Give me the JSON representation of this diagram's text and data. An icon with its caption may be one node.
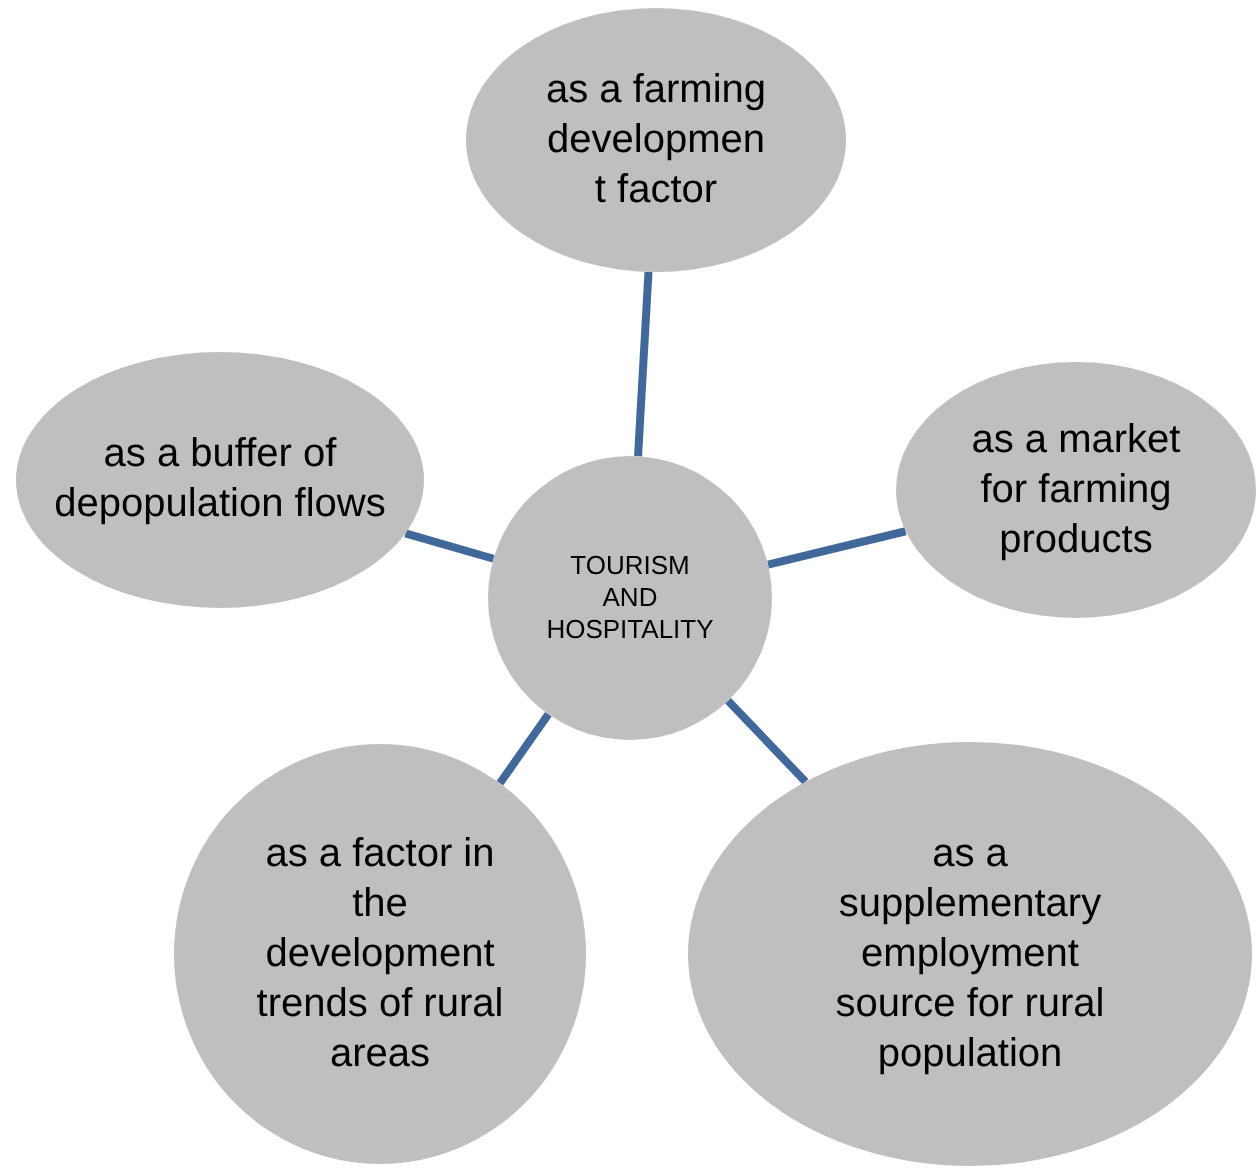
{
  "diagram": {
    "nodes": [
      {
        "text": [
          "as a farming developmen t factor"
        ]
      },
      {
        "text": [
          "as a buffer of depopulation flows"
        ]
      },
      {
        "text": [
          "TOURISM AND HOSPITALITY"
        ]
      },
      {
        "text": [
          "as a market for farming products"
        ]
      },
      {
        "text": [
          "as a factor in the development trends of rural areas"
        ]
      },
      {
        "text": [
          "as a supplementary employment source for rural population"
        ]
      }
    ],
    "edges": [
      {
        "from": 2,
        "to": 0,
        "arrow": "none"
      },
      {
        "from": 2,
        "to": 1,
        "arrow": "none"
      },
      {
        "from": 2,
        "to": 3,
        "arrow": "none"
      },
      {
        "from": 2,
        "to": 4,
        "arrow": "none"
      },
      {
        "from": 2,
        "to": 5,
        "arrow": "none"
      }
    ]
  }
}
